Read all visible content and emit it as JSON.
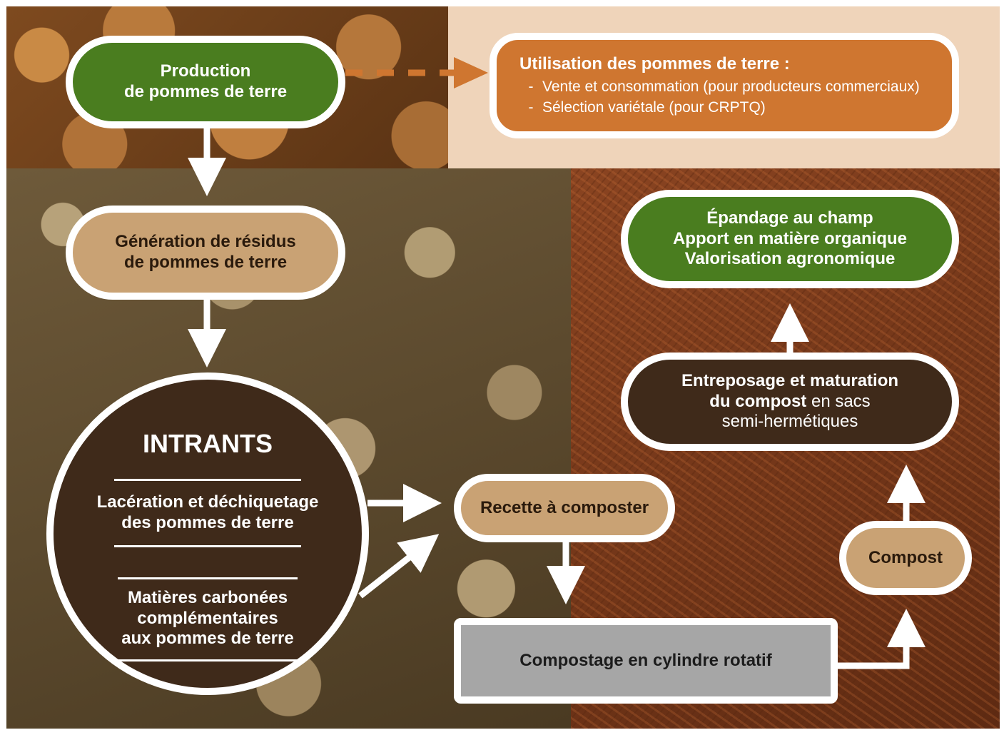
{
  "nodes": {
    "production": {
      "line1": "Production",
      "line2": "de pommes de terre"
    },
    "utilisation": {
      "title": "Utilisation des pommes de terre :",
      "items": [
        {
          "dash": "-",
          "text": "Vente et consommation (pour producteurs commerciaux)"
        },
        {
          "dash": "-",
          "text": "Sélection variétale (pour CRPTQ)"
        }
      ]
    },
    "residus": {
      "line1": "Génération de résidus",
      "line2": "de pommes de terre"
    },
    "intrants": {
      "title": "INTRANTS",
      "item1": {
        "line1": "Lacération et déchiquetage",
        "line2": "des pommes de terre"
      },
      "item2": {
        "line1": "Matières carbonées",
        "line2": "complémentaires",
        "line3": "aux pommes de terre"
      }
    },
    "recette": {
      "label": "Recette à composter"
    },
    "compostage": {
      "label": "Compostage en cylindre rotatif"
    },
    "compost": {
      "label": "Compost"
    },
    "entreposage": {
      "line1": "Entreposage et maturation",
      "line2_bold": "du compost",
      "line2_rest": " en sacs",
      "line3": "semi-hermétiques"
    },
    "epandage": {
      "line1": "Épandage au champ",
      "line2": "Apport en matière organique",
      "line3": "Valorisation agronomique"
    }
  },
  "colors": {
    "green": "#4a7d1f",
    "tan": "#c9a274",
    "dark_brown": "#3f2a1a",
    "orange": "#cf7630",
    "gray": "#a6a6a6",
    "peach": "#efd4ba"
  }
}
